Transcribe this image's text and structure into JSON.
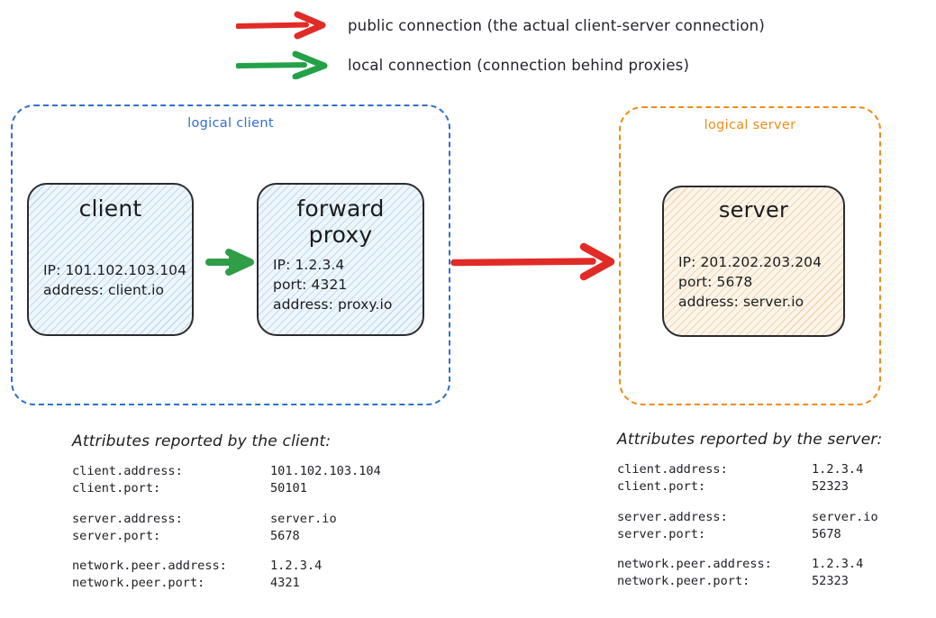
{
  "legend": [
    {
      "icon": "red-arrow-icon",
      "color": "#e02b27",
      "label": "public connection (the actual client-server connection)"
    },
    {
      "icon": "green-arrow-icon",
      "color": "#24a148",
      "label": "local connection (connection behind proxies)"
    }
  ],
  "groups": {
    "client": {
      "title": "logical client",
      "color": "#2f6fd0"
    },
    "server": {
      "title": "logical server",
      "color": "#f08c1a"
    }
  },
  "nodes": {
    "client": {
      "title": "client",
      "attrs": [
        "IP: 101.102.103.104",
        "address: client.io"
      ]
    },
    "proxy": {
      "title": "forward\nproxy",
      "attrs": [
        "IP: 1.2.3.4",
        "port: 4321",
        "address: proxy.io"
      ]
    },
    "server": {
      "title": "server",
      "attrs": [
        "IP: 201.202.203.204",
        "port: 5678",
        "address: server.io"
      ]
    }
  },
  "connections": {
    "local_client_to_proxy": {
      "type": "local connection",
      "color": "#24a148",
      "from": "client",
      "to": "forward proxy"
    },
    "public_proxy_to_server": {
      "type": "public connection",
      "color": "#e02b27",
      "from": "forward proxy",
      "to": "server"
    }
  },
  "attribute_tables": {
    "client": {
      "heading": "Attributes reported by the client:",
      "groups": [
        [
          {
            "key": "client.address:",
            "value": "101.102.103.104"
          },
          {
            "key": "client.port:",
            "value": "50101"
          }
        ],
        [
          {
            "key": "server.address:",
            "value": "server.io"
          },
          {
            "key": "server.port:",
            "value": "5678"
          }
        ],
        [
          {
            "key": "network.peer.address:",
            "value": "1.2.3.4"
          },
          {
            "key": "network.peer.port:",
            "value": "4321"
          }
        ]
      ]
    },
    "server": {
      "heading": "Attributes reported by the server:",
      "groups": [
        [
          {
            "key": "client.address:",
            "value": "1.2.3.4"
          },
          {
            "key": "client.port:",
            "value": "52323"
          }
        ],
        [
          {
            "key": "server.address:",
            "value": "server.io"
          },
          {
            "key": "server.port:",
            "value": "5678"
          }
        ],
        [
          {
            "key": "network.peer.address:",
            "value": "1.2.3.4"
          },
          {
            "key": "network.peer.port:",
            "value": "52323"
          }
        ]
      ]
    }
  }
}
